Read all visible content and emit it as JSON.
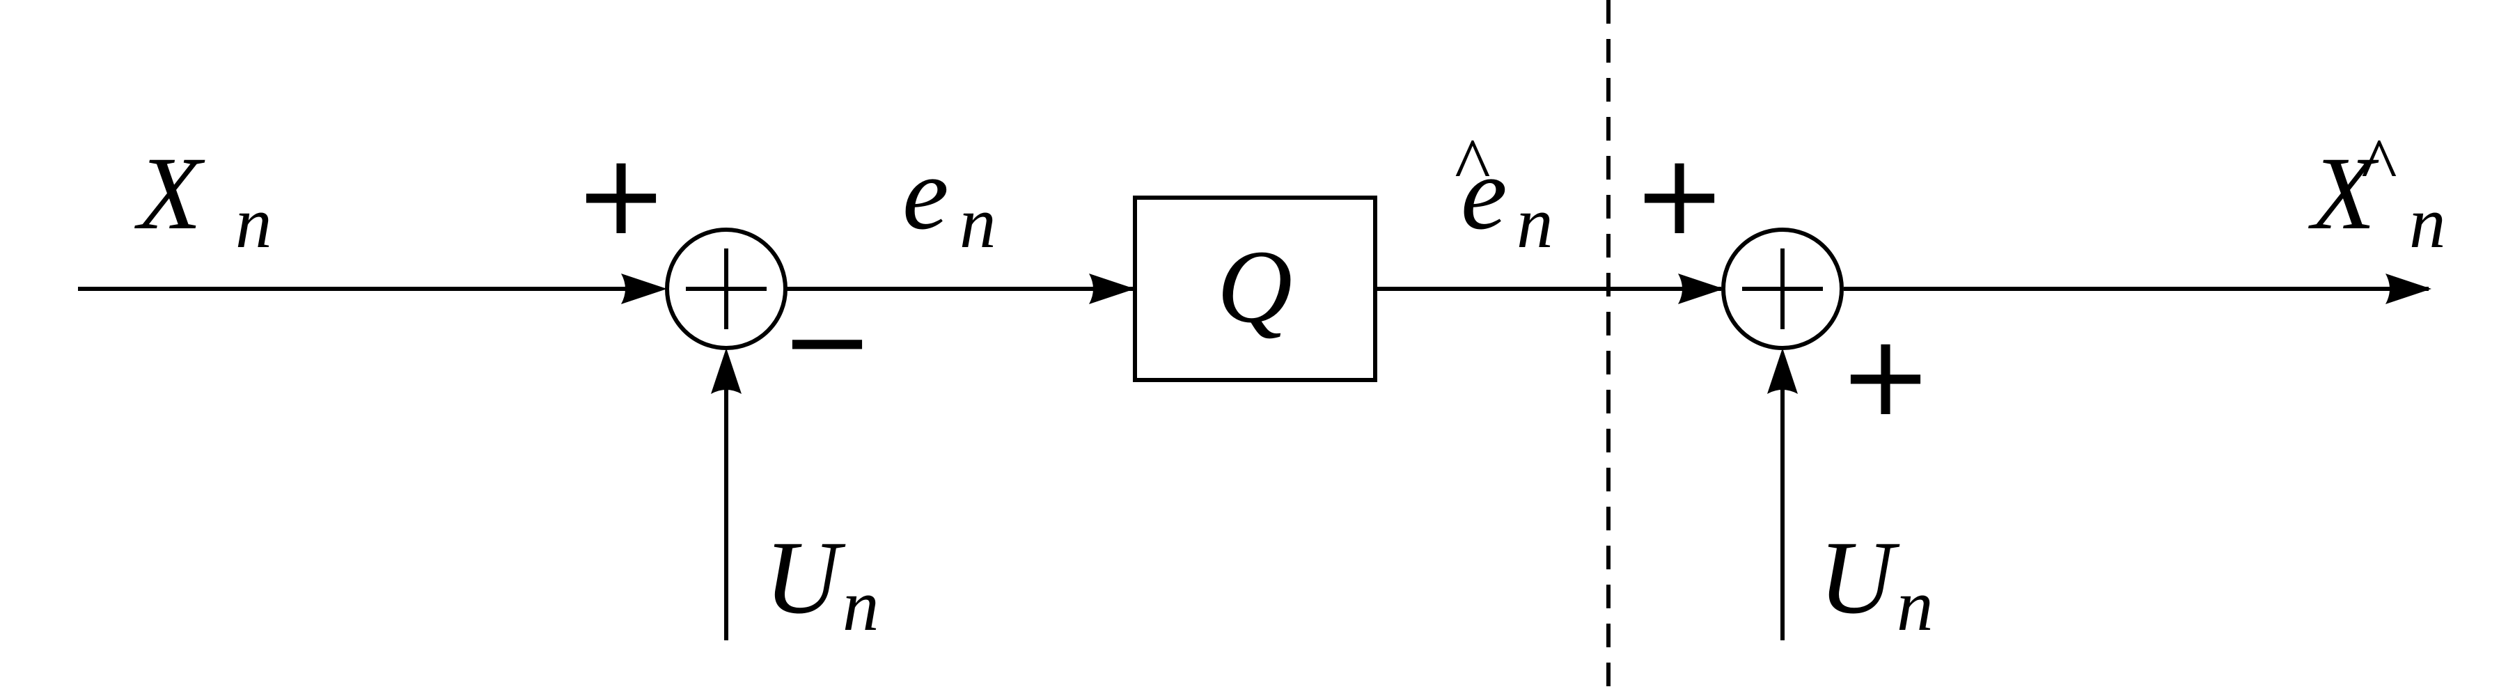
{
  "diagram": {
    "input_label": {
      "main": "X",
      "sub": "n"
    },
    "error_label": {
      "main": "e",
      "sub": "n"
    },
    "quantized_error_label": {
      "main": "e",
      "hat": "^",
      "sub": "n"
    },
    "output_label": {
      "main": "X",
      "hat": "^",
      "sub": "n"
    },
    "dither_label_left": {
      "main": "U",
      "sub": "n"
    },
    "dither_label_right": {
      "main": "U",
      "sub": "n"
    },
    "quantizer_label": "Q",
    "summer_left": {
      "input_sign": "+",
      "dither_sign": "−"
    },
    "summer_right": {
      "input_sign": "+",
      "dither_sign": "+"
    },
    "colors": {
      "stroke": "#000000",
      "background": "#ffffff"
    }
  }
}
